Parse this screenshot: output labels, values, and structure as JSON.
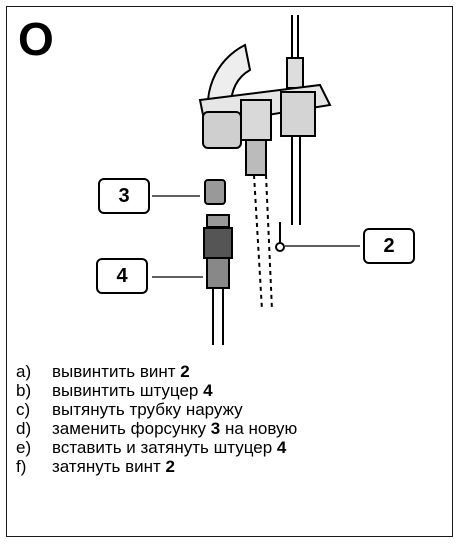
{
  "step_letter": "O",
  "callouts": {
    "nozzle": "3",
    "screw": "2",
    "fitting": "4"
  },
  "instructions": [
    {
      "label": "a)",
      "text": "вывинтить винт ",
      "ref": "2",
      "after": ""
    },
    {
      "label": "b)",
      "text": "вывинтить штуцер ",
      "ref": "4",
      "after": ""
    },
    {
      "label": "c)",
      "text": "вытянуть трубку наружу",
      "ref": "",
      "after": ""
    },
    {
      "label": "d)",
      "text": "заменить форсунку ",
      "ref": "3",
      "after": " на новую"
    },
    {
      "label": "e)",
      "text": "вставить и затянуть штуцер ",
      "ref": "4",
      "after": ""
    },
    {
      "label": "f)",
      "text": "затянуть винт ",
      "ref": "2",
      "after": ""
    }
  ]
}
